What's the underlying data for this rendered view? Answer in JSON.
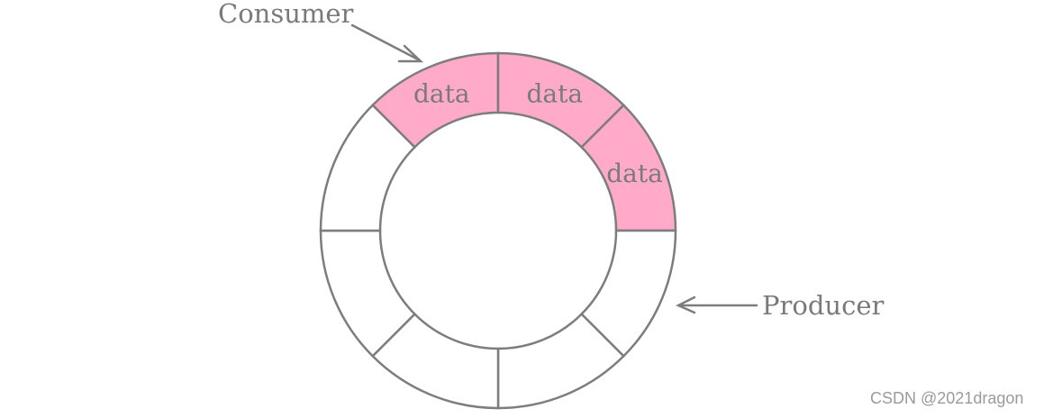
{
  "diagram": {
    "consumer_label": "Consumer",
    "producer_label": "Producer",
    "slot_count": 8,
    "slots": [
      {
        "filled": true,
        "text": "data"
      },
      {
        "filled": true,
        "text": "data"
      },
      {
        "filled": true,
        "text": "data"
      },
      {
        "filled": false,
        "text": ""
      },
      {
        "filled": false,
        "text": ""
      },
      {
        "filled": false,
        "text": ""
      },
      {
        "filled": false,
        "text": ""
      },
      {
        "filled": false,
        "text": ""
      }
    ],
    "colors": {
      "filled": "#ffaac9",
      "stroke": "#7d7d7d",
      "empty": "#ffffff",
      "text": "#7a7a7a"
    }
  },
  "watermark": "CSDN @2021dragon"
}
